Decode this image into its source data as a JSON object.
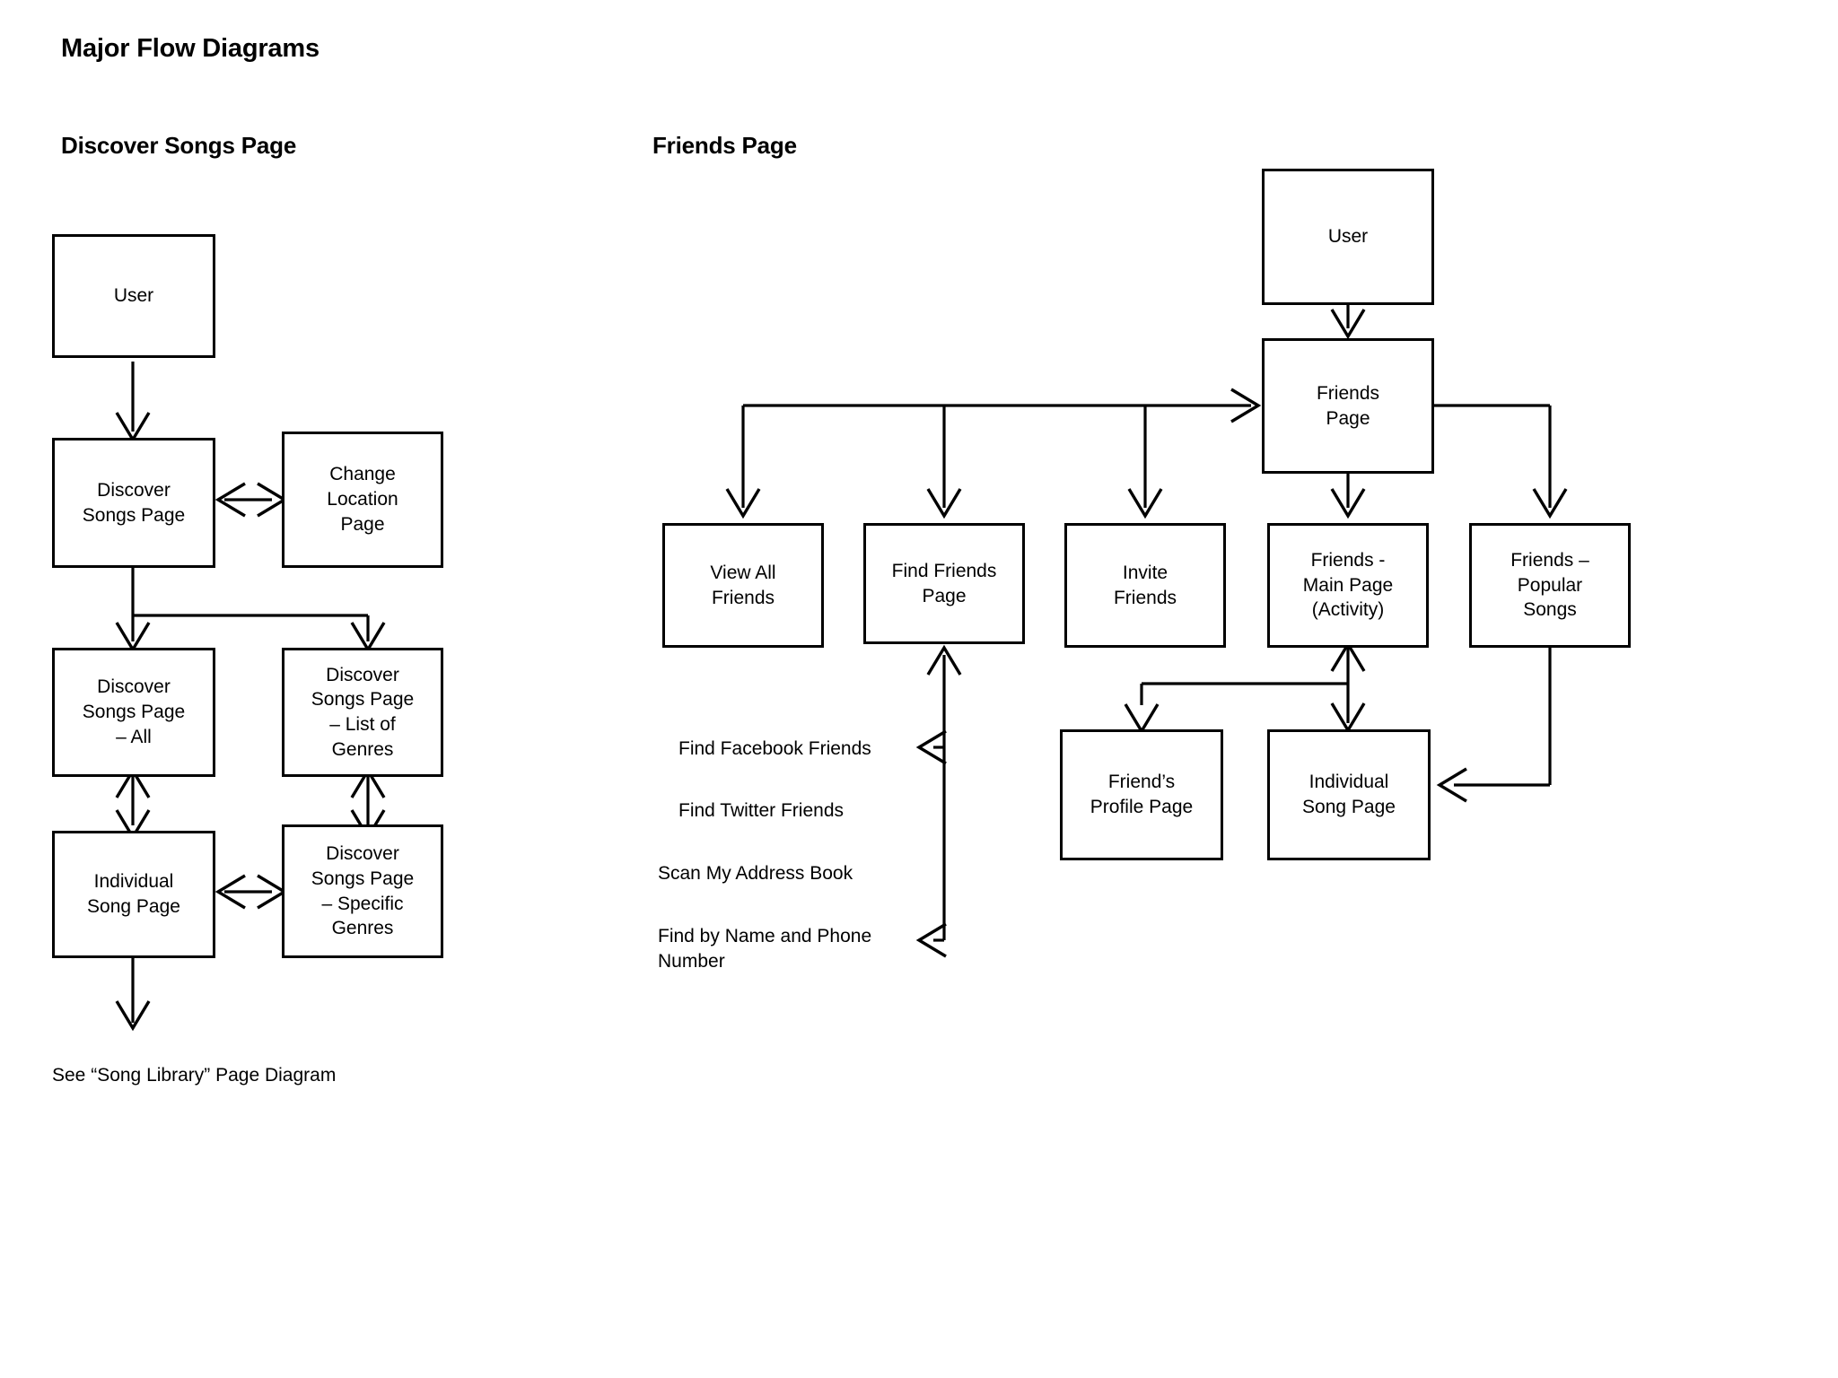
{
  "document": {
    "title": "Major Flow Diagrams"
  },
  "sections": [
    {
      "id": "discover",
      "title": "Discover Songs Page"
    },
    {
      "id": "friends",
      "title": "Friends Page"
    }
  ],
  "discover_diagram": {
    "title": "Discover Songs Page",
    "nodes": [
      {
        "id": "d-user",
        "label": "User"
      },
      {
        "id": "d-dsp",
        "label": "Discover\nSongs Page"
      },
      {
        "id": "d-change",
        "label": "Change\nLocation\nPage"
      },
      {
        "id": "d-all",
        "label": "Discover\nSongs Page\n– All"
      },
      {
        "id": "d-listgen",
        "label": "Discover\nSongs Page\n– List of\nGenres"
      },
      {
        "id": "d-individual",
        "label": "Individual\nSong Page"
      },
      {
        "id": "d-specgen",
        "label": "Discover\nSongs Page\n– Specific\nGenres"
      }
    ],
    "caption": "See “Song Library” Page Diagram",
    "edges": [
      {
        "from": "d-user",
        "to": "d-dsp",
        "type": "arrow-down"
      },
      {
        "from": "d-dsp",
        "to": "d-change",
        "type": "double-arrow-horizontal"
      },
      {
        "from": "d-dsp",
        "to": "d-all",
        "type": "arrow-down"
      },
      {
        "from": "d-dsp",
        "to": "d-listgen",
        "type": "arrow-down-branch"
      },
      {
        "from": "d-all",
        "to": "d-individual",
        "type": "double-arrow-vertical"
      },
      {
        "from": "d-listgen",
        "to": "d-specgen",
        "type": "double-arrow-vertical"
      },
      {
        "from": "d-individual",
        "to": "d-specgen",
        "type": "double-arrow-horizontal"
      },
      {
        "from": "d-individual",
        "to": "caption",
        "type": "arrow-down"
      }
    ]
  },
  "friends_diagram": {
    "title": "Friends Page",
    "nodes": [
      {
        "id": "f-user",
        "label": "User"
      },
      {
        "id": "f-friends",
        "label": "Friends\nPage"
      },
      {
        "id": "f-viewall",
        "label": "View All\nFriends"
      },
      {
        "id": "f-findfriends",
        "label": "Find Friends\nPage"
      },
      {
        "id": "f-invite",
        "label": "Invite\nFriends"
      },
      {
        "id": "f-mainpage",
        "label": "Friends  -\nMain Page\n(Activity)"
      },
      {
        "id": "f-popular",
        "label": "Friends –\nPopular\nSongs"
      },
      {
        "id": "f-profile",
        "label": "Friend’s\nProfile Page"
      },
      {
        "id": "f-song",
        "label": "Individual\nSong Page"
      }
    ],
    "find_options": [
      {
        "id": "opt-facebook",
        "label": "Find Facebook Friends",
        "has_arrow": true
      },
      {
        "id": "opt-twitter",
        "label": "Find Twitter Friends",
        "has_arrow": false
      },
      {
        "id": "opt-address",
        "label": "Scan My Address Book",
        "has_arrow": false
      },
      {
        "id": "opt-name",
        "label": "Find by Name and Phone\nNumber",
        "has_arrow": true
      }
    ],
    "edges": [
      {
        "from": "f-user",
        "to": "f-friends",
        "type": "arrow-down"
      },
      {
        "from": "f-friends",
        "to": "f-viewall",
        "type": "arrow-down-bus"
      },
      {
        "from": "f-friends",
        "to": "f-findfriends",
        "type": "arrow-down-bus"
      },
      {
        "from": "f-friends",
        "to": "f-invite",
        "type": "arrow-down-bus"
      },
      {
        "from": "f-friends",
        "to": "f-mainpage",
        "type": "arrow-down"
      },
      {
        "from": "f-friends",
        "to": "f-popular",
        "type": "arrow-down-right"
      },
      {
        "from": "f-mainpage",
        "to": "f-song",
        "type": "double-arrow-vertical"
      },
      {
        "from": "f-mainpage",
        "to": "f-profile",
        "type": "arrow-down-branch"
      },
      {
        "from": "f-popular",
        "to": "f-song",
        "type": "arrow-left"
      },
      {
        "from": "f-findfriends",
        "to": "find_options",
        "type": "arrow-up-from-list"
      }
    ]
  },
  "colors": {
    "stroke": "#000000",
    "background": "#ffffff",
    "text": "#000000"
  }
}
